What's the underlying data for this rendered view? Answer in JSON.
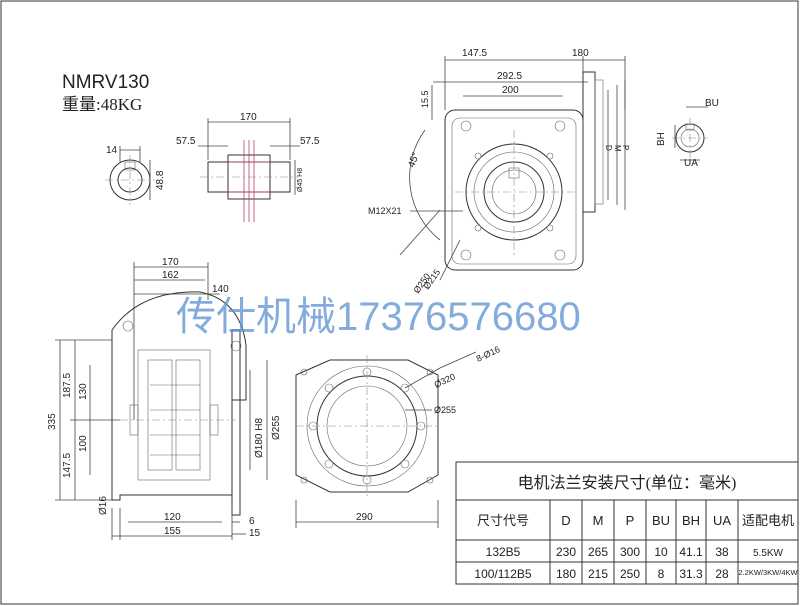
{
  "header": {
    "model": "NMRV130",
    "weight": "重量:48KG"
  },
  "watermark": "传仕机械17376576680",
  "shaft_view": {
    "keyway": "14",
    "bore_dim": "48.8"
  },
  "output_shaft": {
    "total_len": "170",
    "left_len": "57.5",
    "right_len": "57.5",
    "dia": "Ø45 H8"
  },
  "front_view": {
    "w1": "147.5",
    "w2": "180",
    "w3": "292.5",
    "w4": "200",
    "h1": "15.5",
    "angle": "45°",
    "thread": "M12X21",
    "d1": "Ø215",
    "d2": "Ø250",
    "letters": [
      "D",
      "M",
      "P"
    ]
  },
  "key_view": {
    "bu": "BU",
    "bh": "BH",
    "ua": "UA"
  },
  "side_view": {
    "w170": "170",
    "w162": "162",
    "w140": "140",
    "h335": "335",
    "h1875": "187.5",
    "h1475": "147.5",
    "h130": "130",
    "h100": "100",
    "d16": "Ø16",
    "b120": "120",
    "b155": "155",
    "d180": "Ø180 H8",
    "d255": "Ø255",
    "t6": "6",
    "t15": "15"
  },
  "flange_view": {
    "d320": "Ø320",
    "holes": "8-Ø16",
    "d255": "Ø255",
    "w290": "290"
  },
  "table": {
    "title": "电机法兰安装尺寸(单位：毫米)",
    "headers": [
      "尺寸代号",
      "D",
      "M",
      "P",
      "BU",
      "BH",
      "UA",
      "适配电机"
    ],
    "rows": [
      [
        "132B5",
        "230",
        "265",
        "300",
        "10",
        "41.1",
        "38",
        "5.5KW"
      ],
      [
        "100/112B5",
        "180",
        "215",
        "250",
        "8",
        "31.3",
        "28",
        "2.2KW/3KW/4KW"
      ]
    ]
  }
}
